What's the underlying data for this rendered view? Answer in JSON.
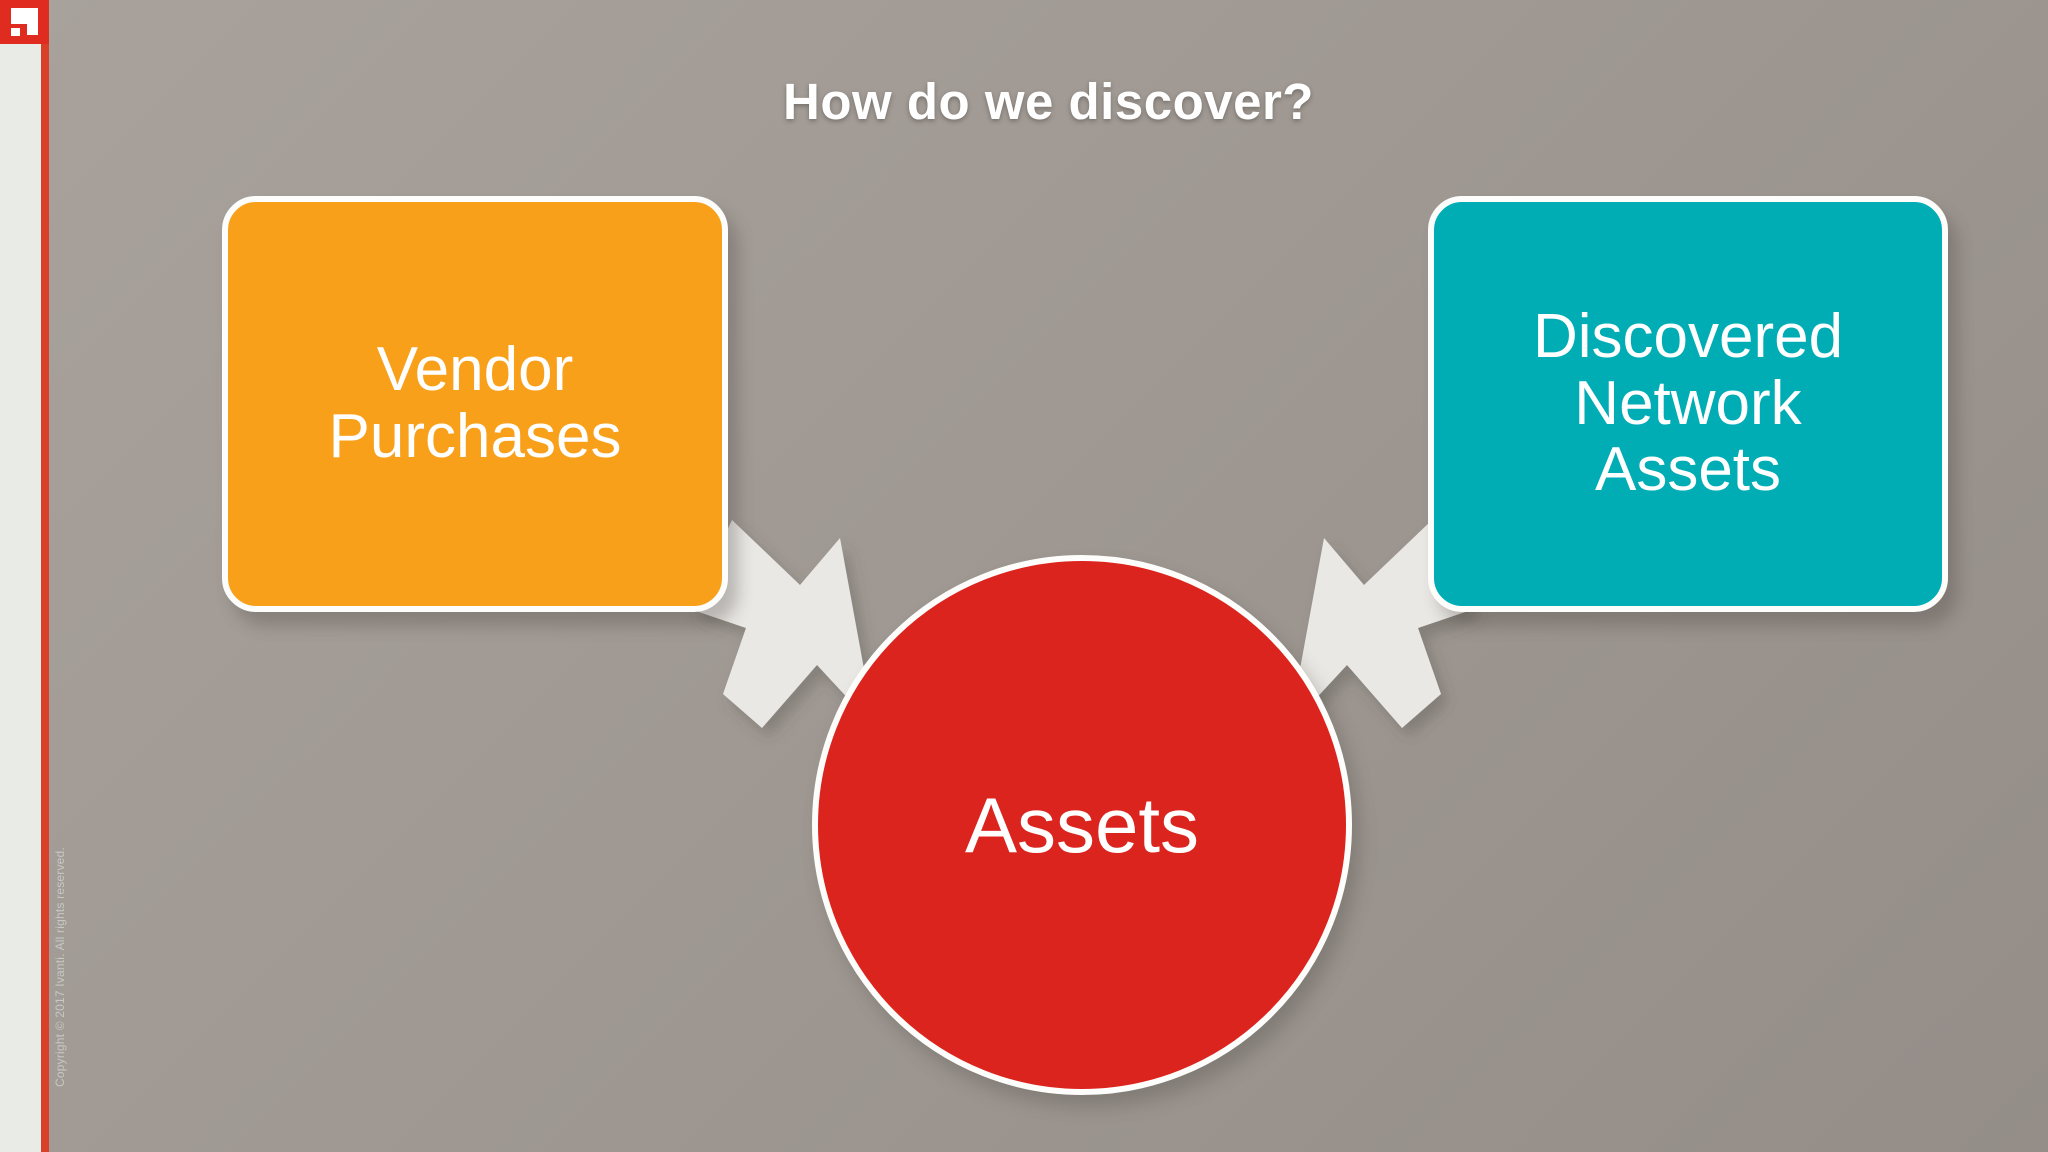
{
  "slide": {
    "title": "How do we discover?",
    "background_color": "#a09993",
    "copyright": "Copyright © 2017 Ivanti. All rights reserved."
  },
  "brand": {
    "logo_name": "ivanti-logo",
    "logo_color": "#e02b20",
    "rail_color": "#e9ebe7",
    "rail_line_color": "#d8402a"
  },
  "diagram": {
    "type": "convergence",
    "sources": [
      {
        "id": "vendor-purchases",
        "label": "Vendor\nPurchases",
        "color": "#f9a01b",
        "border_color": "#fdfdfb",
        "position": "left"
      },
      {
        "id": "discovered-network-assets",
        "label": "Discovered\nNetwork\nAssets",
        "color": "#00adb5",
        "border_color": "#fdfdfb",
        "position": "right"
      }
    ],
    "target": {
      "id": "assets",
      "label": "Assets",
      "color": "#dc241f",
      "border_color": "#fdfdfb",
      "shape": "circle"
    },
    "arrows": [
      {
        "id": "arrow-vendor-to-assets",
        "direction": "down-right",
        "color": "#eae8e4"
      },
      {
        "id": "arrow-network-to-assets",
        "direction": "down-left",
        "color": "#eae8e4"
      }
    ]
  }
}
